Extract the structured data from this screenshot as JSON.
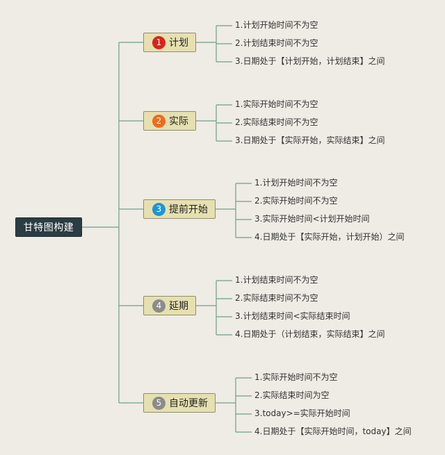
{
  "root": {
    "label": "甘特图构建"
  },
  "branches": [
    {
      "badge": "1",
      "badge_color": "#d8251c",
      "label": "计划",
      "items": [
        "1.计划开始时间不为空",
        "2.计划结束时间不为空",
        "3.日期处于【计划开始，计划结束】之间"
      ]
    },
    {
      "badge": "2",
      "badge_color": "#ea6d1e",
      "label": "实际",
      "items": [
        "1.实际开始时间不为空",
        "2.实际结束时间不为空",
        "3.日期处于【实际开始，实际结束】之间"
      ]
    },
    {
      "badge": "3",
      "badge_color": "#1e95d6",
      "label": "提前开始",
      "items": [
        "1.计划开始时间不为空",
        "2.实际开始时间不为空",
        "3.实际开始时间<计划开始时间",
        "4.日期处于【实际开始，计划开始）之间"
      ]
    },
    {
      "badge": "4",
      "badge_color": "#8b8b8b",
      "label": "延期",
      "items": [
        "1.计划结束时间不为空",
        "2.实际结束时间不为空",
        "3.计划结束时间<实际结束时间",
        "4.日期处于（计划结束，实际结束】之间"
      ]
    },
    {
      "badge": "5",
      "badge_color": "#8b8b8b",
      "label": "自动更新",
      "items": [
        "1.实际开始时间不为空",
        "2.实际结束时间为空",
        "3.today>=实际开始时间",
        "4.日期处于【实际开始时间，today】之间"
      ]
    }
  ],
  "colors": {
    "connector": "#6f9e8d",
    "background": "#efebe5",
    "root_fill": "#2b3d42",
    "branch_fill": "#e6e0b0"
  }
}
